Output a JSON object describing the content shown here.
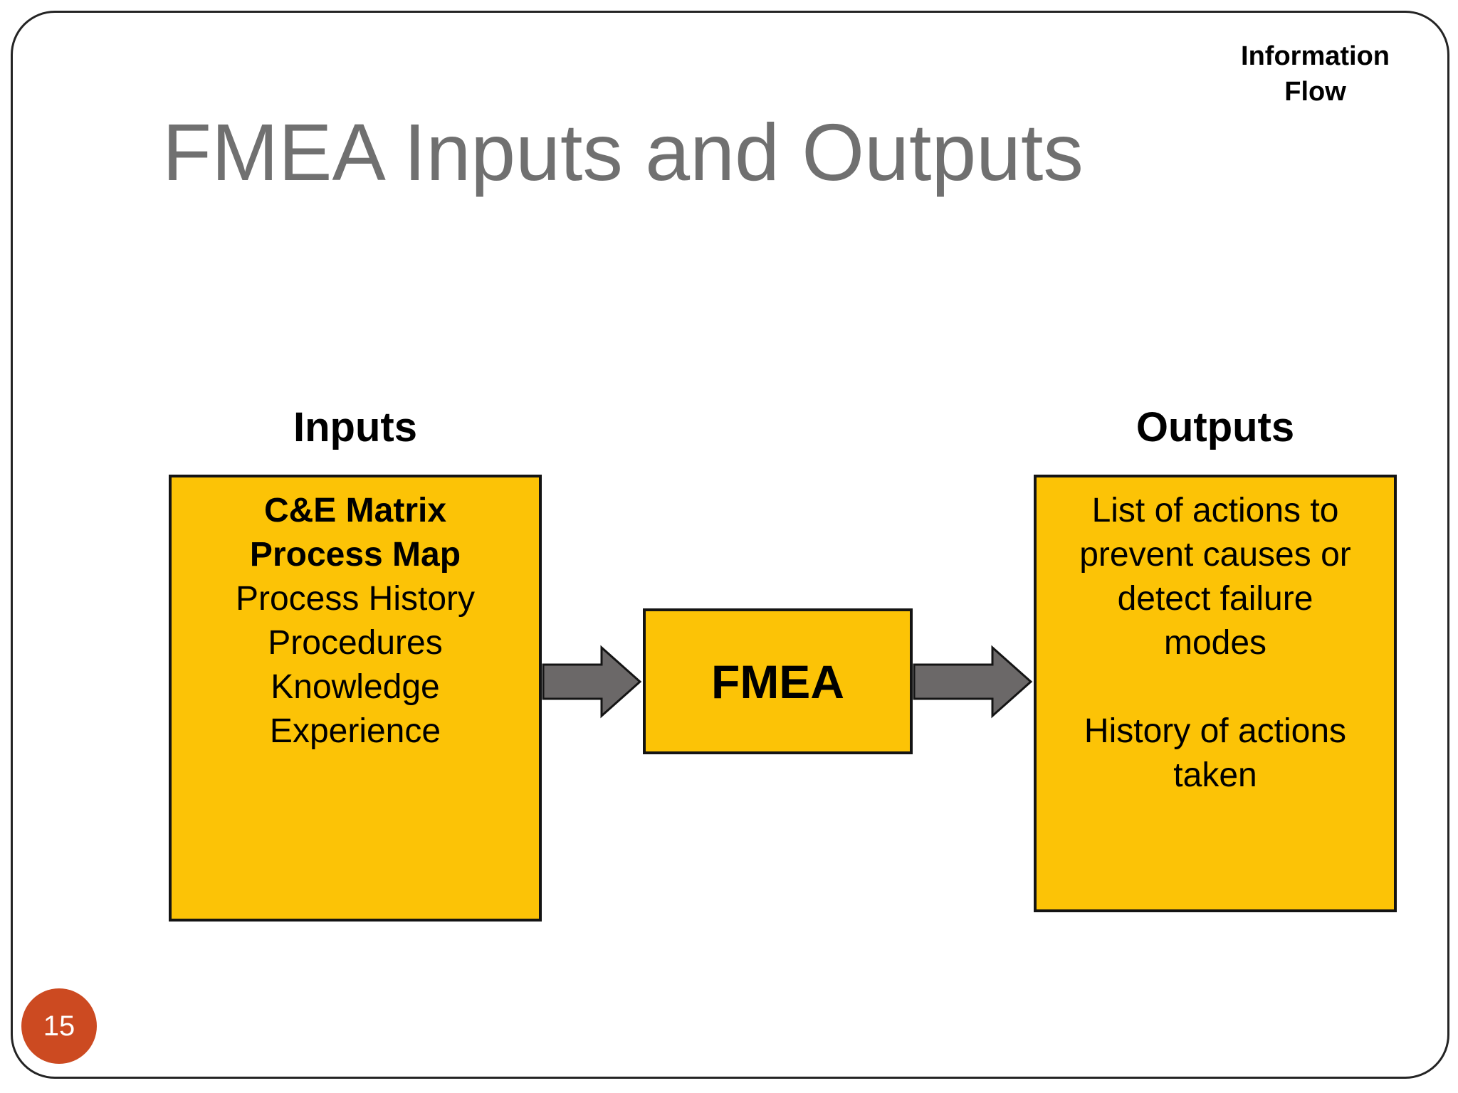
{
  "header": {
    "corner": {
      "line1": "Information",
      "line2": "Flow"
    },
    "title": "FMEA Inputs and Outputs"
  },
  "diagram": {
    "inputs": {
      "label": "Inputs",
      "items": [
        "C&E Matrix",
        "Process Map",
        "Process History",
        "Procedures",
        "Knowledge",
        "Experience"
      ]
    },
    "process": {
      "label": "FMEA"
    },
    "outputs": {
      "label": "Outputs",
      "paragraphs": [
        [
          "List of actions to",
          "prevent causes or",
          "detect failure",
          "modes"
        ],
        [
          "History of actions",
          "taken"
        ]
      ]
    }
  },
  "footer": {
    "page_number": "15"
  },
  "colors": {
    "box_fill": "#FCC306",
    "box_border": "#141414",
    "arrow_fill": "#6B6868",
    "arrow_stroke": "#141414",
    "title_color": "#707070",
    "circle_fill": "#CC4A21",
    "border_color": "#242424"
  }
}
